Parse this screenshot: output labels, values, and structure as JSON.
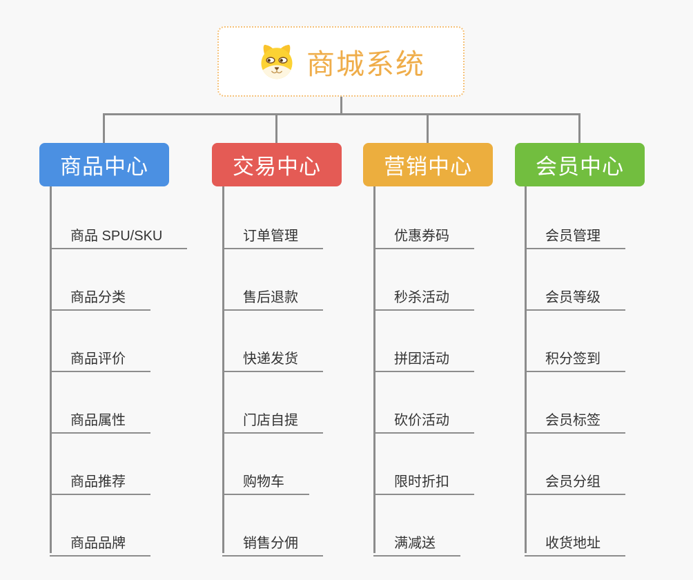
{
  "root": {
    "title": "商城系统",
    "icon": "dog-face-icon"
  },
  "branches": [
    {
      "label": "商品中心",
      "color": "#4B90E2",
      "items": [
        "商品 SPU/SKU",
        "商品分类",
        "商品评价",
        "商品属性",
        "商品推荐",
        "商品品牌"
      ]
    },
    {
      "label": "交易中心",
      "color": "#E45B55",
      "items": [
        "订单管理",
        "售后退款",
        "快递发货",
        "门店自提",
        "购物车",
        "销售分佣"
      ]
    },
    {
      "label": "营销中心",
      "color": "#ECAE3E",
      "items": [
        "优惠券码",
        "秒杀活动",
        "拼团活动",
        "砍价活动",
        "限时折扣",
        "满减送"
      ]
    },
    {
      "label": "会员中心",
      "color": "#72BE3F",
      "items": [
        "会员管理",
        "会员等级",
        "积分签到",
        "会员标签",
        "会员分组",
        "收货地址"
      ]
    }
  ],
  "colors": {
    "background": "#F8F8F8",
    "connector": "#8C8C8C",
    "root_border": "#F5C178",
    "root_text": "#EFAD4A",
    "leaf_text": "#333333"
  }
}
